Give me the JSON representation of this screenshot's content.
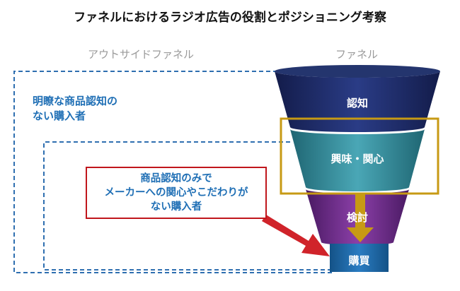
{
  "title": "ファネルにおけるラジオ広告の役割とポジショニング考察",
  "columns": {
    "outside": "アウトサイドファネル",
    "funnel": "ファネル"
  },
  "segments": {
    "outer_note": [
      "明瞭な商品認知の",
      "ない購入者"
    ],
    "callout": [
      "商品認知のみで",
      "メーカーへの関心やこだわりが",
      "ない購入者"
    ]
  },
  "funnel": {
    "stages": [
      "認知",
      "興味・関心",
      "検討",
      "購買"
    ]
  },
  "colors": {
    "awareness": "#1b2a66",
    "interest": "#2f8fa0",
    "consideration": "#6a2b86",
    "purchase": "#1d6aa8",
    "highlight_box": "#c79a14",
    "callout_border": "#c0161c",
    "arrow_red": "#d0232a",
    "dashed_line": "#2f6fb0",
    "note_text": "#1f6fb5"
  }
}
